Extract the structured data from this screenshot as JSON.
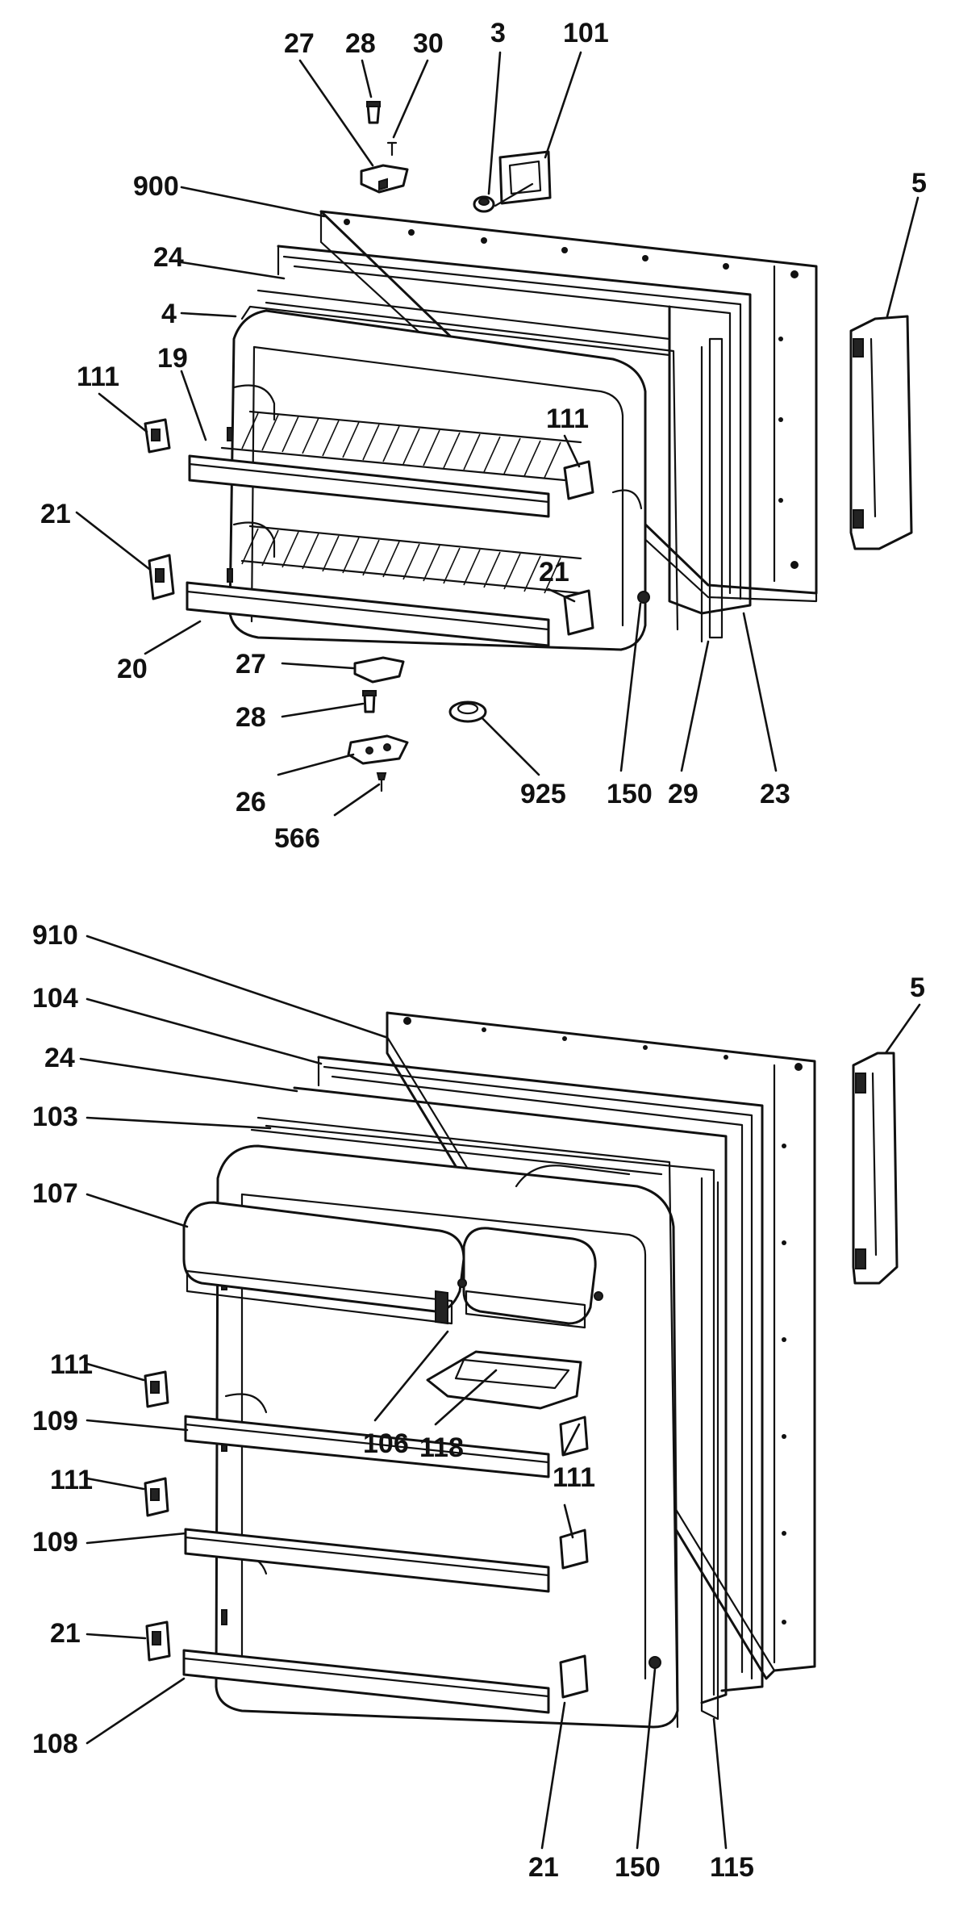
{
  "diagram": {
    "top_assembly": {
      "labels": [
        "27",
        "28",
        "30",
        "3",
        "101",
        "900",
        "24",
        "4",
        "19",
        "111",
        "111",
        "21",
        "21",
        "20",
        "27",
        "28",
        "26",
        "566",
        "925",
        "150",
        "29",
        "23",
        "5"
      ]
    },
    "bottom_assembly": {
      "labels": [
        "910",
        "104",
        "24",
        "103",
        "107",
        "111",
        "109",
        "106",
        "118",
        "111",
        "111",
        "109",
        "21",
        "108",
        "21",
        "150",
        "115",
        "5"
      ]
    }
  }
}
